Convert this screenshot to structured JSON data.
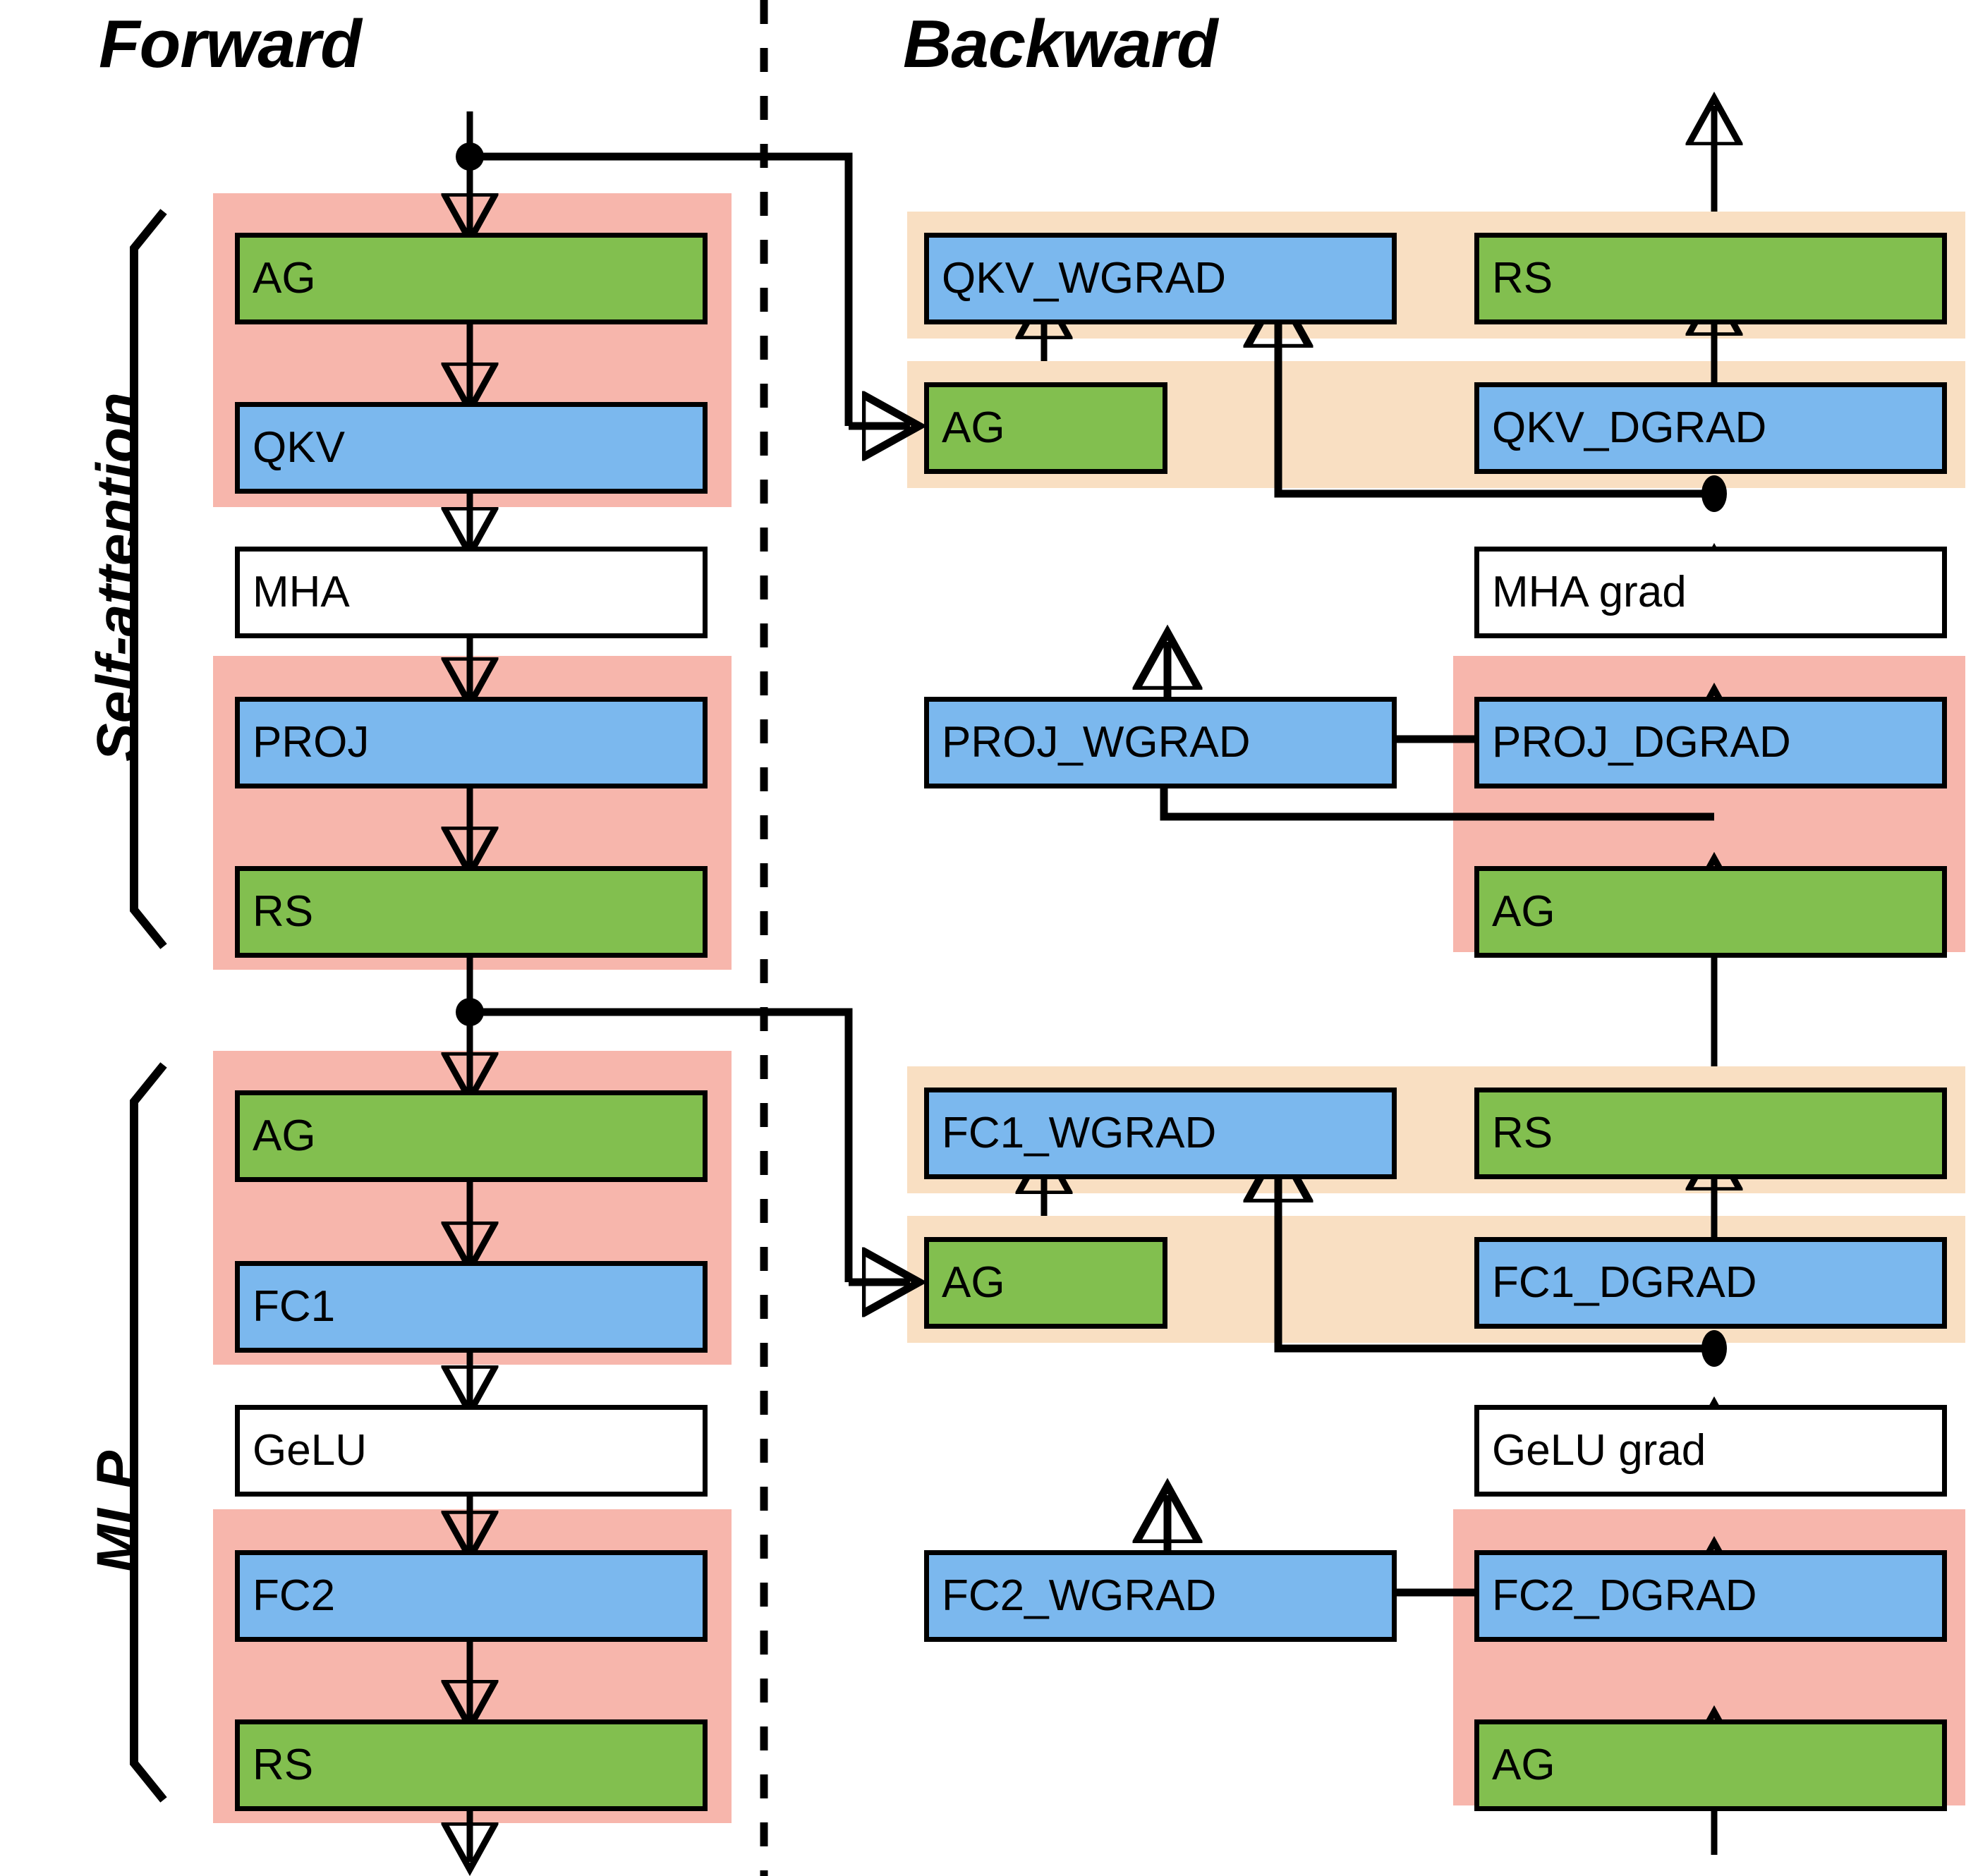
{
  "titles": {
    "forward": "Forward",
    "backward": "Backward"
  },
  "side_labels": {
    "self_attention": "Self-attention",
    "mlp": "MLP"
  },
  "colors": {
    "green": "#82BF4F",
    "blue": "#7BB8EE",
    "pink_band": "#F7B6AC",
    "tan_band": "#F9DFC2",
    "white_box": "#FFFFFF",
    "stroke": "#000000"
  },
  "forward": {
    "self_attention": [
      {
        "label": "AG",
        "kind": "green"
      },
      {
        "label": "QKV",
        "kind": "blue"
      },
      {
        "label": "MHA",
        "kind": "white"
      },
      {
        "label": "PROJ",
        "kind": "blue"
      },
      {
        "label": "RS",
        "kind": "green"
      }
    ],
    "mlp": [
      {
        "label": "AG",
        "kind": "green"
      },
      {
        "label": "FC1",
        "kind": "blue"
      },
      {
        "label": "GeLU",
        "kind": "white"
      },
      {
        "label": "FC2",
        "kind": "blue"
      },
      {
        "label": "RS",
        "kind": "green"
      }
    ]
  },
  "backward": {
    "self_attention": {
      "wgrad_column": [
        {
          "label": "QKV_WGRAD",
          "kind": "blue"
        },
        {
          "label": "AG",
          "kind": "green"
        },
        {
          "label": "PROJ_WGRAD",
          "kind": "blue"
        }
      ],
      "dgrad_column": [
        {
          "label": "RS",
          "kind": "green"
        },
        {
          "label": "QKV_DGRAD",
          "kind": "blue"
        },
        {
          "label": "MHA grad",
          "kind": "white"
        },
        {
          "label": "PROJ_DGRAD",
          "kind": "blue"
        },
        {
          "label": "AG",
          "kind": "green"
        }
      ]
    },
    "mlp": {
      "wgrad_column": [
        {
          "label": "FC1_WGRAD",
          "kind": "blue"
        },
        {
          "label": "AG",
          "kind": "green"
        },
        {
          "label": "FC2_WGRAD",
          "kind": "blue"
        }
      ],
      "dgrad_column": [
        {
          "label": "RS",
          "kind": "green"
        },
        {
          "label": "FC1_DGRAD",
          "kind": "blue"
        },
        {
          "label": "GeLU grad",
          "kind": "white"
        },
        {
          "label": "FC2_DGRAD",
          "kind": "blue"
        },
        {
          "label": "AG",
          "kind": "green"
        }
      ]
    }
  }
}
